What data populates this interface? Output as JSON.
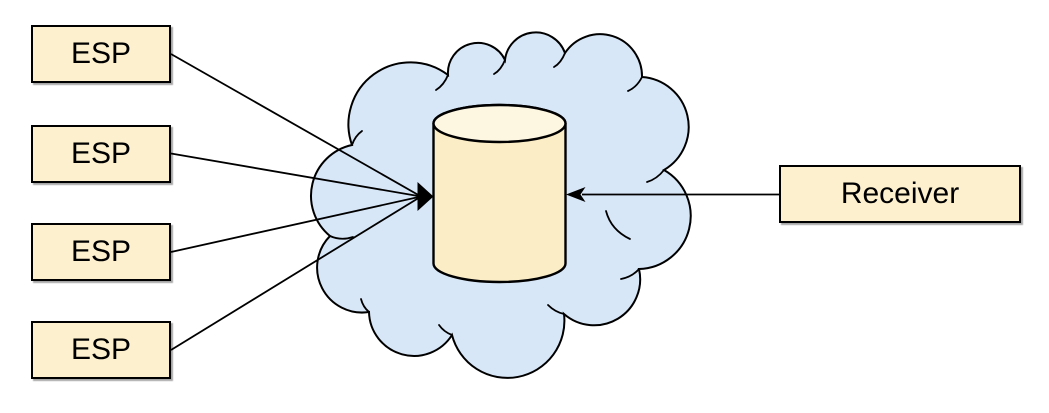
{
  "diagram": {
    "nodes": [
      {
        "id": "esp-1",
        "label": "ESP"
      },
      {
        "id": "esp-2",
        "label": "ESP"
      },
      {
        "id": "esp-3",
        "label": "ESP"
      },
      {
        "id": "esp-4",
        "label": "ESP"
      },
      {
        "id": "receiver",
        "label": "Receiver"
      }
    ],
    "shapes": {
      "cloud": "network-cloud",
      "database": "cylinder"
    },
    "connections": [
      {
        "from": "esp-1",
        "to": "database",
        "arrow": "solid-triangle"
      },
      {
        "from": "esp-2",
        "to": "database",
        "arrow": "solid-triangle"
      },
      {
        "from": "esp-3",
        "to": "database",
        "arrow": "solid-triangle"
      },
      {
        "from": "esp-4",
        "to": "database",
        "arrow": "solid-triangle"
      },
      {
        "from": "receiver",
        "to": "database",
        "arrow": "classic"
      }
    ],
    "colors": {
      "node_fill": "#FCF0CE",
      "node_stroke": "#000000",
      "cloud_fill": "#D8E7F8",
      "cloud_stroke": "#000000",
      "cylinder_body_fill": "#FBEEC6",
      "cylinder_top_fill": "#FDF6E1",
      "connector_stroke": "#000000"
    }
  }
}
